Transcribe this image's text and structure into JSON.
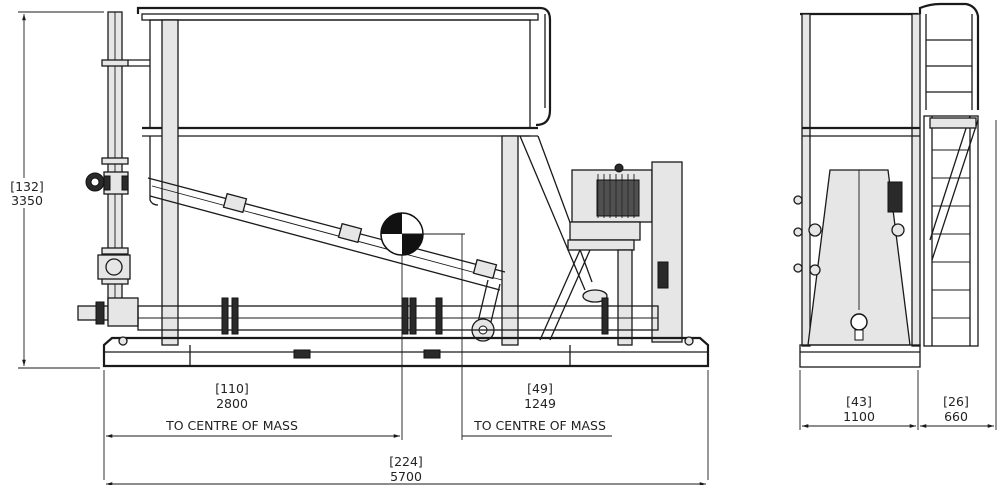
{
  "side_view": {
    "height_imperial": "[132]",
    "height_metric": "3350",
    "com_left_imperial": "[110]",
    "com_left_metric": "2800",
    "com_left_caption": "TO CENTRE OF MASS",
    "com_right_imperial": "[49]",
    "com_right_metric": "1249",
    "com_right_caption": "TO CENTRE OF MASS",
    "length_imperial": "[224]",
    "length_metric": "5700"
  },
  "end_view": {
    "width_imperial": "[43]",
    "width_metric": "1100",
    "ladder_imperial": "[26]",
    "ladder_metric": "660"
  }
}
